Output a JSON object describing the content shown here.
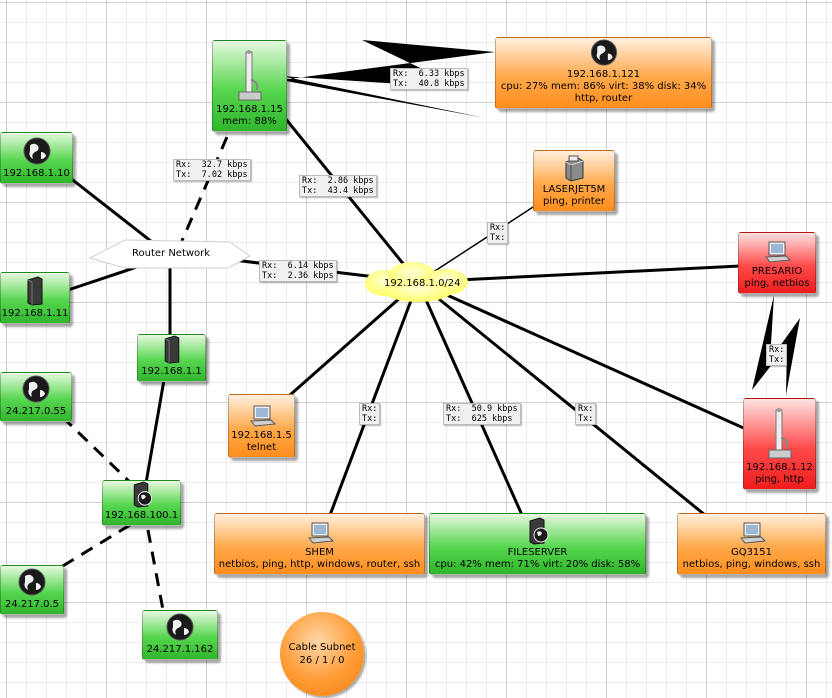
{
  "nodes": {
    "n_1_15": {
      "lines": [
        "192.168.1.15",
        "mem: 88%"
      ],
      "icon": "antenna-icon",
      "status": "green"
    },
    "n_1_121": {
      "lines": [
        "192.168.1.121",
        "cpu: 27% mem: 86% virt: 38% disk: 34%",
        "http, router"
      ],
      "icon": "globe-icon",
      "status": "orange"
    },
    "n_1_10": {
      "lines": [
        "192.168.1.10"
      ],
      "icon": "globe-icon",
      "status": "green"
    },
    "n_1_11": {
      "lines": [
        "192.168.1.11"
      ],
      "icon": "server-tower-icon",
      "status": "green"
    },
    "n_1_1": {
      "lines": [
        "192.168.1.1"
      ],
      "icon": "server-tower-icon",
      "status": "green"
    },
    "n_24_55": {
      "lines": [
        "24.217.0.55"
      ],
      "icon": "globe-icon",
      "status": "green"
    },
    "n_100_1": {
      "lines": [
        "192.168.100.1"
      ],
      "icon": "server-globe-icon",
      "status": "green"
    },
    "n_24_5": {
      "lines": [
        "24.217.0.5"
      ],
      "icon": "globe-icon",
      "status": "green"
    },
    "n_24_162": {
      "lines": [
        "24.217.1.162"
      ],
      "icon": "globe-icon",
      "status": "green"
    },
    "laserjet": {
      "lines": [
        "LASERJET5M",
        "ping, printer"
      ],
      "icon": "printer-icon",
      "status": "orange"
    },
    "presario": {
      "lines": [
        "PRESARIO",
        "ping, netbios"
      ],
      "icon": "computer-icon",
      "status": "red"
    },
    "n_1_12": {
      "lines": [
        "192.168.1.12",
        "ping, http"
      ],
      "icon": "antenna-icon",
      "status": "red"
    },
    "n_1_5": {
      "lines": [
        "192.168.1.5",
        "telnet"
      ],
      "icon": "computer-icon",
      "status": "orange"
    },
    "shem": {
      "lines": [
        "SHEM",
        "netbios, ping, http, windows, router, ssh"
      ],
      "icon": "computer-icon",
      "status": "orange"
    },
    "fileserver": {
      "lines": [
        "FILESERVER",
        "cpu: 42% mem: 71% virt: 20% disk: 58%"
      ],
      "icon": "server-globe-icon",
      "status": "green"
    },
    "gq3151": {
      "lines": [
        "GQ3151",
        "netbios, ping, windows, ssh"
      ],
      "icon": "computer-icon",
      "status": "orange"
    }
  },
  "hubs": {
    "router_network": "Router Network",
    "subnet": "192.168.1.0/24"
  },
  "cable_subnet": {
    "title": "Cable Subnet",
    "counts": "26 / 1 / 0"
  },
  "traffic": {
    "l_121": {
      "rx": "Rx:  6.33 kbps",
      "tx": "Tx:  40.8 kbps"
    },
    "l_15_r": {
      "rx": "Rx:  32.7 kbps",
      "tx": "Tx:  7.02 kbps"
    },
    "l_15_s": {
      "rx": "Rx:  2.86 kbps",
      "tx": "Tx:  43.4 kbps"
    },
    "l_rn_s": {
      "rx": "Rx:  6.14 kbps",
      "tx": "Tx:  2.36 kbps"
    },
    "l_lj": {
      "rx": "Rx:",
      "tx": "Tx:"
    },
    "l_pres": {
      "rx": "Rx:",
      "tx": "Tx:"
    },
    "l_shem": {
      "rx": "Rx:",
      "tx": "Tx:"
    },
    "l_fs": {
      "rx": "Rx:  50.9 kbps",
      "tx": "Tx:  625 kbps"
    },
    "l_gq": {
      "rx": "Rx:",
      "tx": "Tx:"
    }
  },
  "colors": {
    "green": "#3cc836",
    "orange": "#ff9a30",
    "red": "#f22b2b",
    "link": "#000000",
    "cloud": "#ffff66"
  }
}
